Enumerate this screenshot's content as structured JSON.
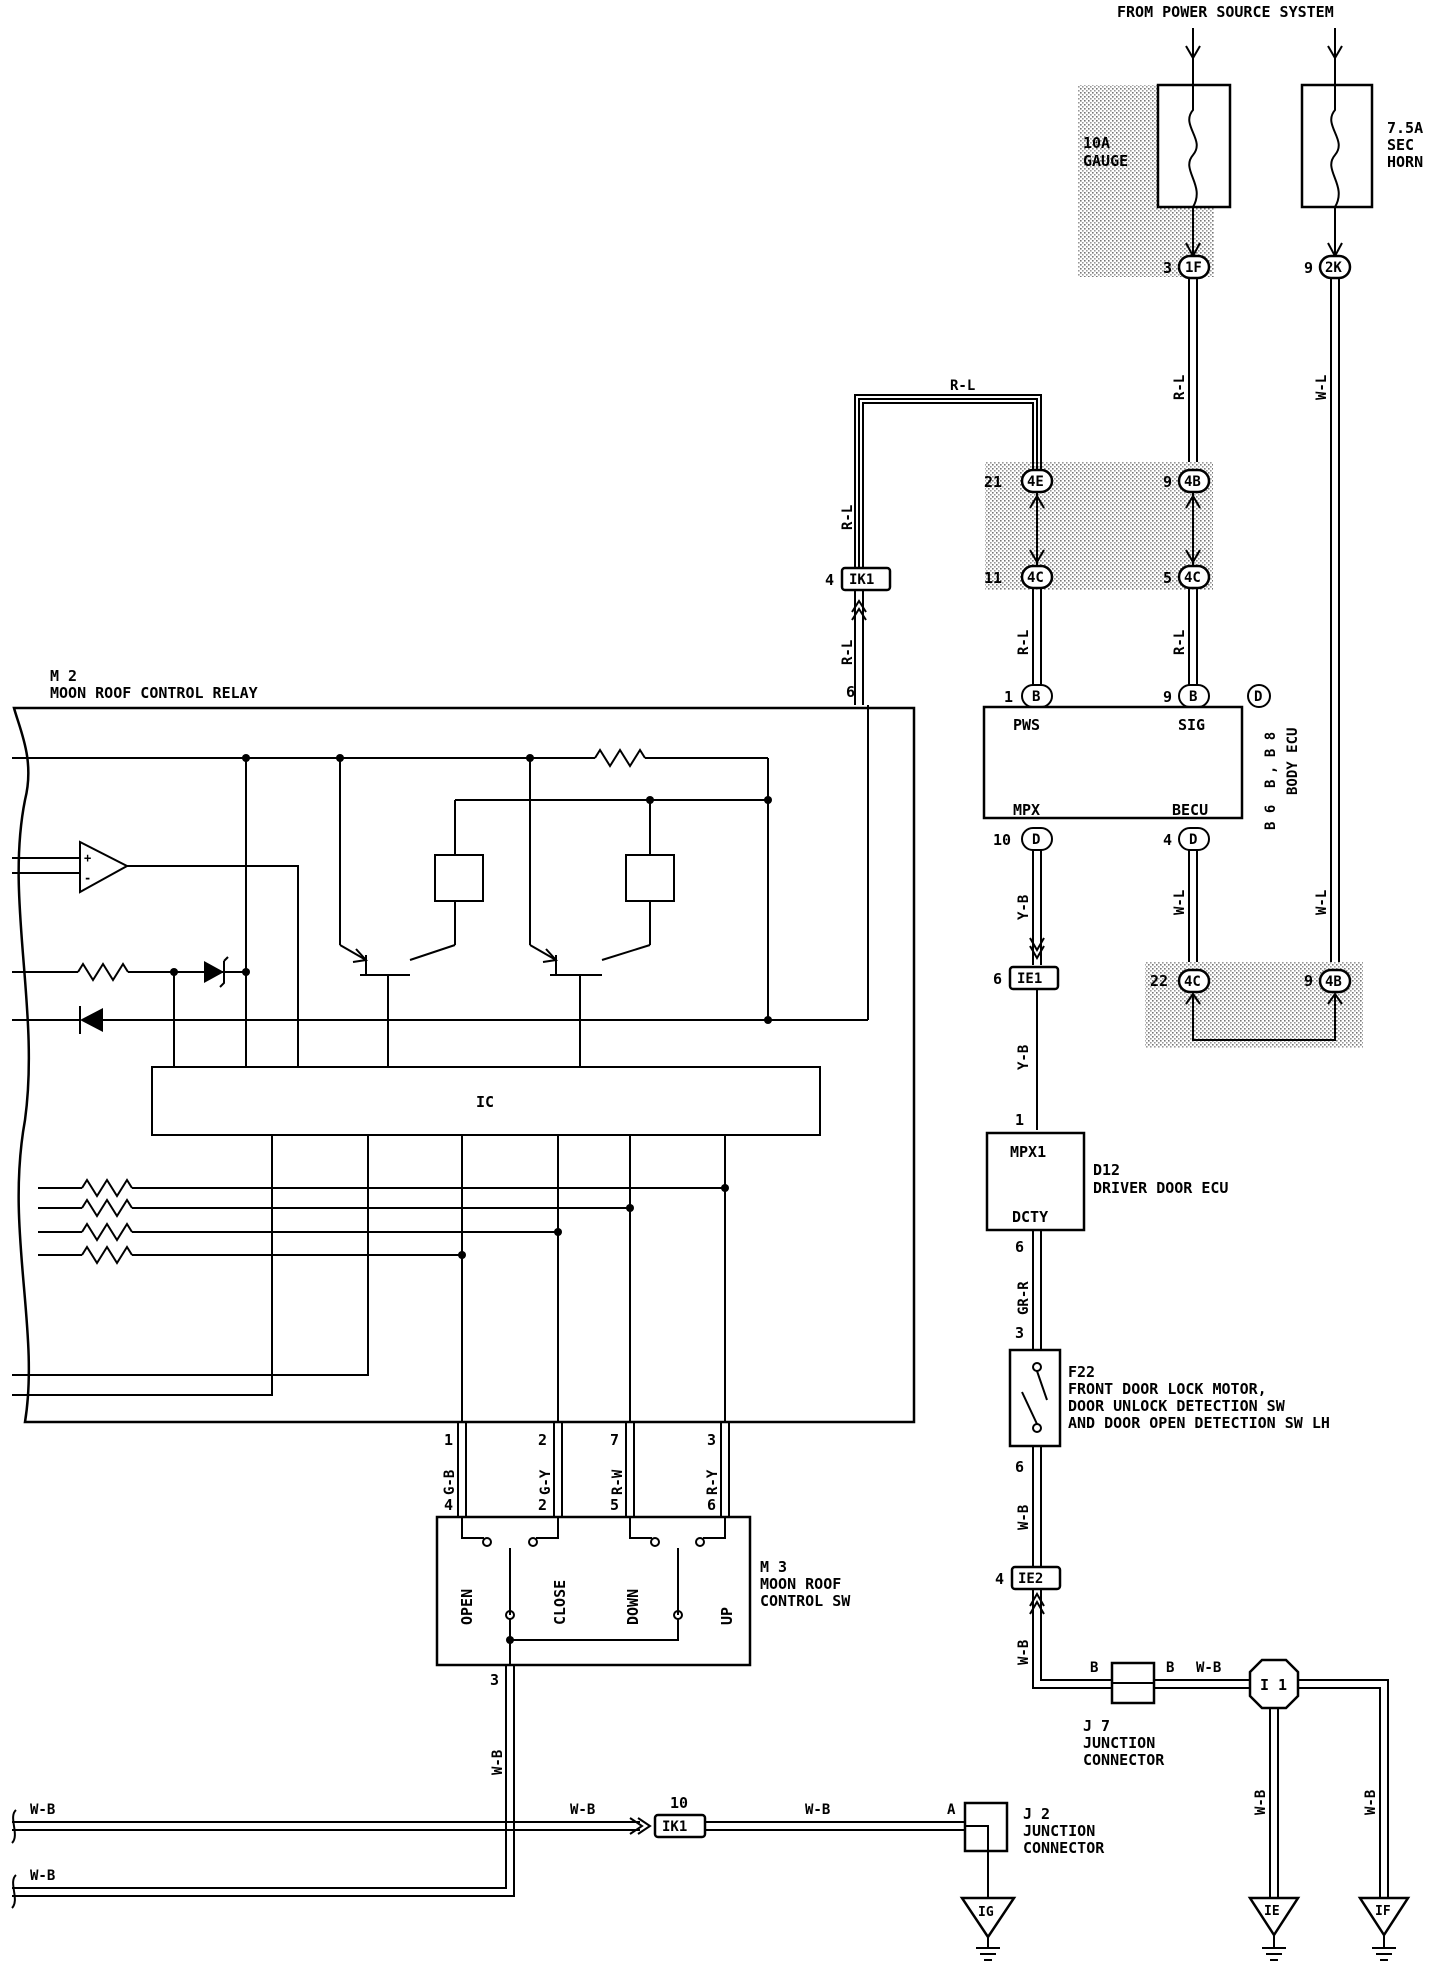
{
  "header": {
    "power_source": "FROM POWER SOURCE SYSTEM"
  },
  "fuses": {
    "gauge_amp": "10A",
    "gauge_name": "GAUGE",
    "sec_horn_amp": "7.5A",
    "sec_horn_name1": "SEC",
    "sec_horn_name2": "HORN"
  },
  "connectors": {
    "c_1f_pin": "3",
    "c_1f_id": "1F",
    "c_2k_pin": "9",
    "c_2k_id": "2K",
    "c_4e_pin": "21",
    "c_4e_id": "4E",
    "c_4b_top_pin": "9",
    "c_4b_top_id": "4B",
    "c_4c_left_pin": "11",
    "c_4c_left_id": "4C",
    "c_4c_right_pin": "5",
    "c_4c_right_id": "4C",
    "c_ik1_top_pin": "4",
    "c_ik1_top_id": "IK1",
    "c_b1_pin": "1",
    "c_b1_id": "B",
    "c_b9_pin": "9",
    "c_b9_id": "B",
    "c_d10_pin": "10",
    "c_d10_id": "D",
    "c_d4_pin": "4",
    "c_d4_id": "D",
    "c_ie1_pin": "6",
    "c_ie1_id": "IE1",
    "c_4c_bottom_pin": "22",
    "c_4c_bottom_id": "4C",
    "c_4b_bottom_pin": "9",
    "c_4b_bottom_id": "4B",
    "c_ie2_pin": "4",
    "c_ie2_id": "IE2",
    "c_ik1_bottom_pin": "10",
    "c_ik1_bottom_id": "IK1",
    "c_d_extra": "D"
  },
  "wires": {
    "rl_top": "R-L",
    "rl_1": "R-L",
    "rl_2": "R-L",
    "rl_3": "R-L",
    "rl_4": "R-L",
    "rl_5": "R-L",
    "wl_1": "W-L",
    "wl_2": "W-L",
    "wl_3": "W-L",
    "yb_1": "Y-B",
    "yb_2": "Y-B",
    "grr": "GR-R",
    "wb_1": "W-B",
    "wb_2": "W-B",
    "wb_3": "W-B",
    "wb_4": "W-B",
    "wb_5": "W-B",
    "wb_6": "W-B",
    "wb_7": "W-B",
    "wb_8": "W-B",
    "wb_9": "W-B",
    "wb_10": "W-B",
    "gb": "G-B",
    "gy": "G-Y",
    "rw": "R-W",
    "ry": "R-Y",
    "b_1": "B",
    "b_2": "B"
  },
  "body_ecu": {
    "pws": "PWS",
    "sig": "SIG",
    "mpx": "MPX",
    "becu": "BECU",
    "side_label1": "B 6",
    "side_label2": "B",
    "side_label3": ", B 8",
    "name": "BODY ECU"
  },
  "driver_door_ecu": {
    "mpx1": "MPX1",
    "dcty": "DCTY",
    "pin_top": "1",
    "pin_bottom": "6",
    "id": "D12",
    "name": "DRIVER DOOR ECU"
  },
  "f22": {
    "id": "F22",
    "line1": "FRONT DOOR LOCK MOTOR,",
    "line2": "DOOR UNLOCK DETECTION SW",
    "line3": "AND DOOR OPEN DETECTION SW LH",
    "pin_top": "3",
    "pin_bottom": "6"
  },
  "m2": {
    "id": "M 2",
    "name": "MOON ROOF CONTROL RELAY",
    "ic": "IC",
    "pin6": "6",
    "pin1": "1",
    "pin2": "2",
    "pin7": "7",
    "pin3": "3"
  },
  "m3": {
    "id": "M 3",
    "name1": "MOON ROOF",
    "name2": "CONTROL SW",
    "open": "OPEN",
    "close": "CLOSE",
    "down": "DOWN",
    "up": "UP",
    "pin4": "4",
    "pin2": "2",
    "pin5": "5",
    "pin6": "6",
    "pin3": "3"
  },
  "junctions": {
    "j7_id": "J 7",
    "j7_name1": "JUNCTION",
    "j7_name2": "CONNECTOR",
    "j2_id": "J 2",
    "j2_name1": "JUNCTION",
    "j2_name2": "CONNECTOR",
    "j2_pin": "A",
    "i1": "I 1"
  },
  "grounds": {
    "ig": "IG",
    "ie": "IE",
    "if": "IF"
  }
}
